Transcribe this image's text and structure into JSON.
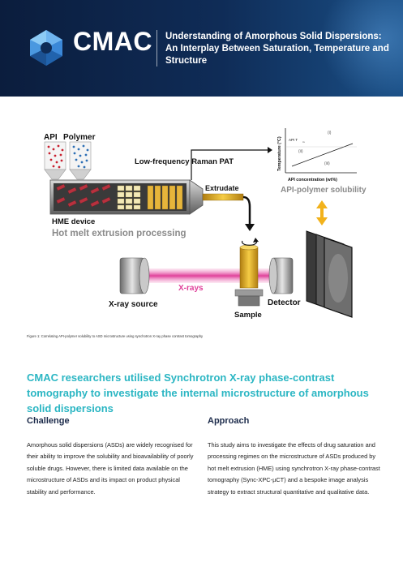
{
  "header": {
    "logo_text": "CMAC",
    "title": "Understanding of Amorphous Solid Dispersions: An Interplay Between Saturation, Temperature and Structure"
  },
  "figure": {
    "api_label": "API",
    "polymer_label": "Polymer",
    "raman_label": "Low-frequency Raman PAT",
    "extrudate_label": "Extrudate",
    "hme_label": "HME device",
    "process_label": "Hot melt extrusion processing",
    "solubility_label": "API-polymer solubility",
    "xray_source_label": "X-ray source",
    "xrays_label": "X-rays",
    "sample_label": "Sample",
    "detector_label": "Detector",
    "plot": {
      "ylabel": "Temperature (°C)",
      "xlabel": "API concentration (wt%)",
      "tg_label": "API T",
      "tg_sub": "m",
      "region_i": "(i)",
      "region_ii": "(ii)",
      "region_iii": "(iii)"
    },
    "caption": "Figure 1: Correlating API-polymer solubility to ASD microstructure using synchotron X-ray phase contrast tomography"
  },
  "headline": "CMAC researchers utilised Synchrotron X-ray phase-contrast tomography to investigate the internal microstructure of amorphous solid dispersions",
  "challenge": {
    "title": "Challenge",
    "text": "Amorphous solid dispersions (ASDs) are widely recognised for their ability to improve the solubility and bioavailability of poorly soluble drugs. However, there is limited data available on the microstructure of ASDs and its impact on product physical stability and performance."
  },
  "approach": {
    "title": "Approach",
    "text": "This study aims to investigate the effects of drug saturation and processing regimes on the microstructure of ASDs produced by hot melt extrusion (HME) using synchrotron X-ray phase-contrast tomography (Sync-XPC-µCT) and a bespoke image analysis strategy to extract structural quantitative and qualitative data."
  },
  "colors": {
    "header_bg": "#0f2c57",
    "accent_teal": "#2bb6c3",
    "xray_pink": "#e0409a",
    "api_red": "#c8202f",
    "polymer_blue": "#2d6fb5"
  }
}
